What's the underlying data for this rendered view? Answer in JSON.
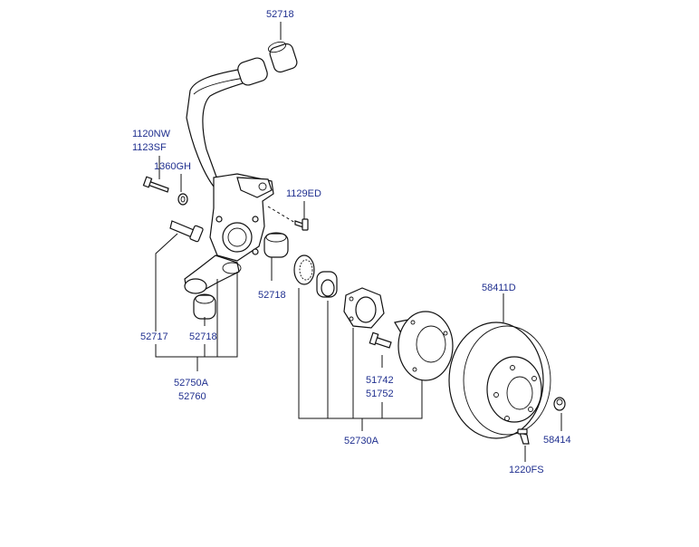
{
  "colors": {
    "label": "#1f2f8f",
    "line": "#111111",
    "background": "#ffffff"
  },
  "labels": {
    "p52718_top": "52718",
    "p1120NW": "1120NW",
    "p1123SF": "1123SF",
    "p1360GH": "1360GH",
    "p1129ED": "1129ED",
    "p52718_mid": "52718",
    "p58411D": "58411D",
    "p52717": "52717",
    "p52718_low": "52718",
    "p51742": "51742",
    "p51752": "51752",
    "p52750A": "52750A",
    "p52760": "52760",
    "p58414": "58414",
    "p52730A": "52730A",
    "p1220FS": "1220FS"
  }
}
